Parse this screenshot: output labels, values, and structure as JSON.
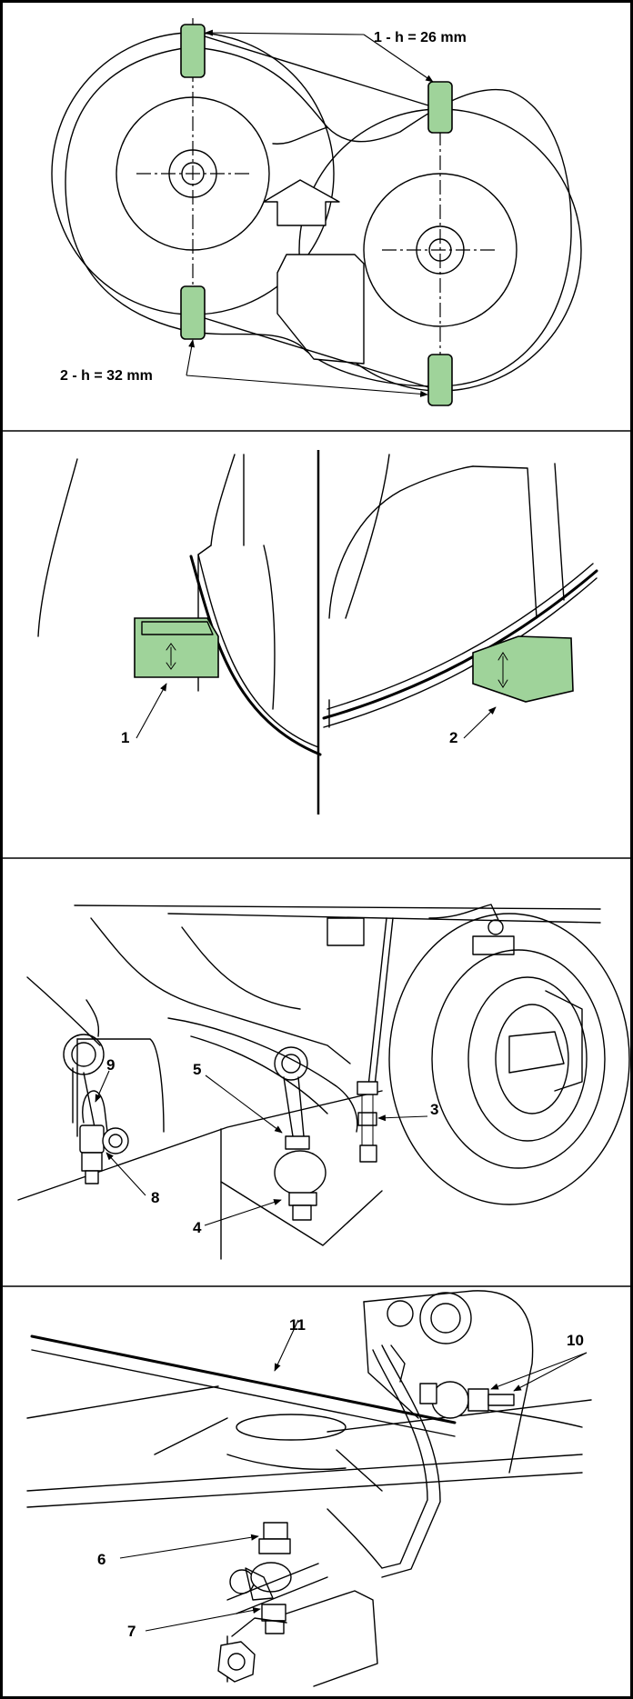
{
  "panels": {
    "p1": {
      "label_top": "1 - h = 26 mm",
      "label_bottom": "2 - h = 32 mm"
    },
    "p2": {
      "callout_1": "1",
      "callout_2": "2"
    },
    "p3": {
      "callout_3": "3",
      "callout_4": "4",
      "callout_5": "5",
      "callout_8": "8",
      "callout_9": "9"
    },
    "p4": {
      "callout_6": "6",
      "callout_7": "7",
      "callout_10": "10",
      "callout_11": "11"
    }
  },
  "colors": {
    "gauge_fill": "#9fd39a",
    "line": "#000000",
    "background": "#ffffff"
  }
}
